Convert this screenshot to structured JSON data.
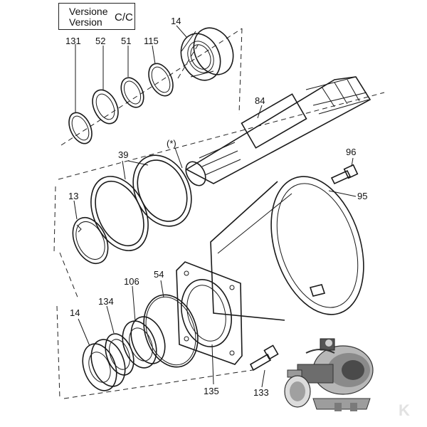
{
  "version_box": {
    "line1": "Versione",
    "line2": "Version",
    "code": "C/C"
  },
  "part_labels": {
    "p131": "131",
    "p52": "52",
    "p51": "51",
    "p115": "115",
    "p14_top": "14",
    "p84": "84",
    "p_star": "(*)",
    "p39": "39",
    "p96": "96",
    "p13": "13",
    "p95": "95",
    "p106": "106",
    "p54": "54",
    "p14_bottom": "14",
    "p134": "134",
    "p135": "135",
    "p133": "133"
  },
  "watermark": "K"
}
